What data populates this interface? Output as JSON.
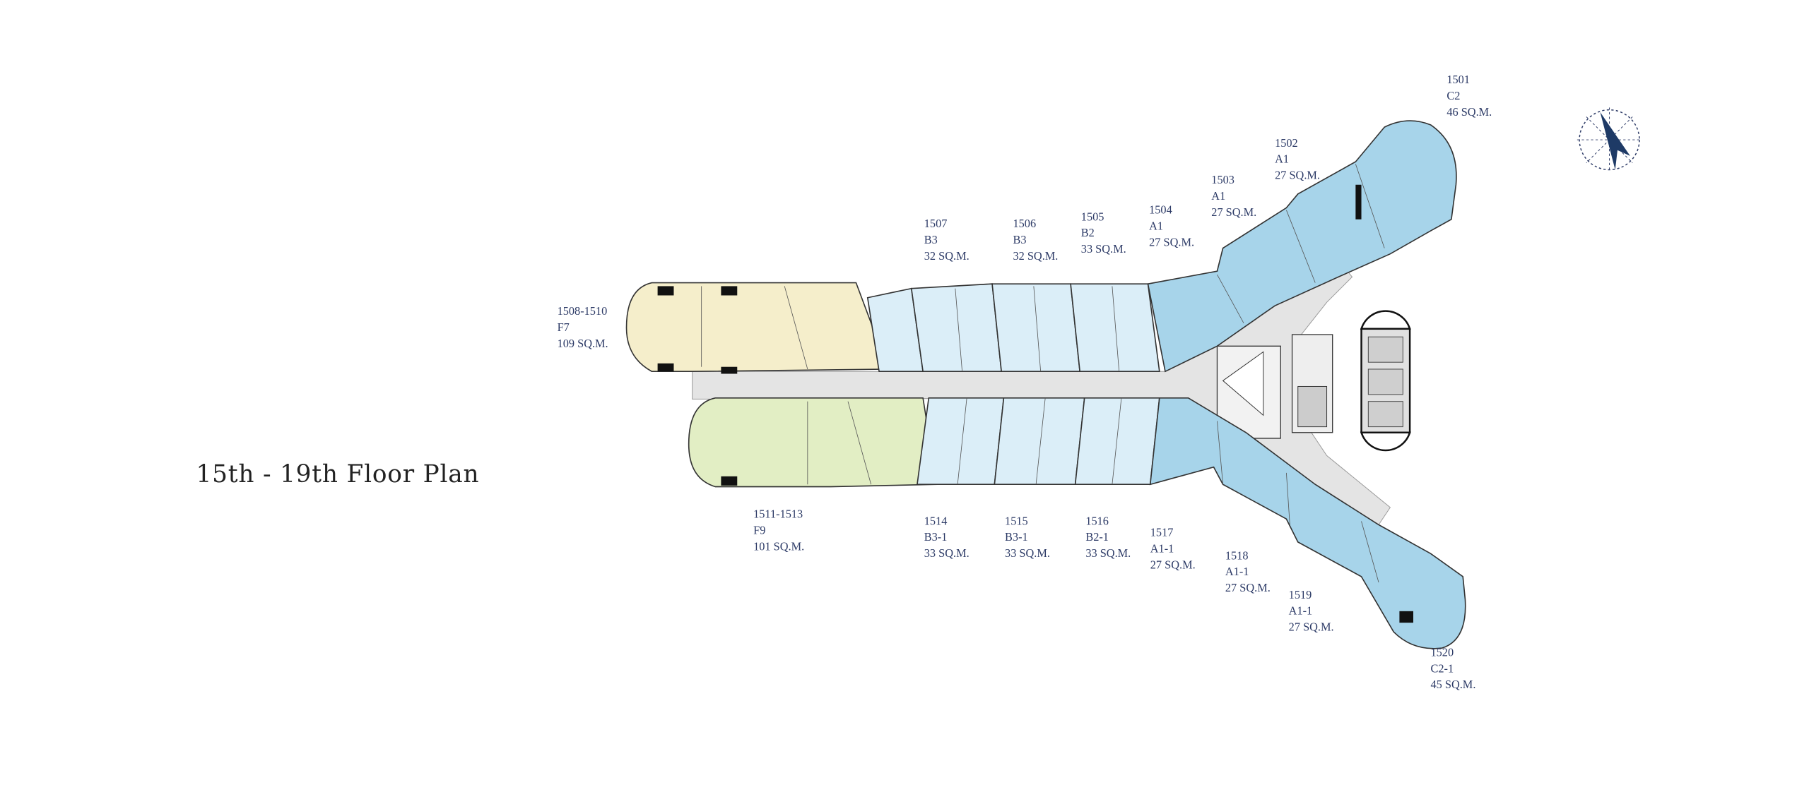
{
  "title": "15th - 19th Floor Plan",
  "colors": {
    "text": "#2c3a66",
    "unit_c": "#a7d4ea",
    "unit_b": "#dbeef8",
    "unit_f7": "#f5eecb",
    "unit_f9": "#e2eec4",
    "corridor": "#e4e4e4"
  },
  "compass": {
    "icon": "compass-north-arrow-icon"
  },
  "units": [
    {
      "no": "1501",
      "type": "C2",
      "area": "46 SQ.M."
    },
    {
      "no": "1502",
      "type": "A1",
      "area": "27 SQ.M."
    },
    {
      "no": "1503",
      "type": "A1",
      "area": "27 SQ.M."
    },
    {
      "no": "1504",
      "type": "A1",
      "area": "27 SQ.M."
    },
    {
      "no": "1505",
      "type": "B2",
      "area": "33 SQ.M."
    },
    {
      "no": "1506",
      "type": "B3",
      "area": "32 SQ.M."
    },
    {
      "no": "1507",
      "type": "B3",
      "area": "32 SQ.M."
    },
    {
      "no": "1508-1510",
      "type": "F7",
      "area": "109 SQ.M."
    },
    {
      "no": "1511-1513",
      "type": "F9",
      "area": "101 SQ.M."
    },
    {
      "no": "1514",
      "type": "B3-1",
      "area": "33 SQ.M."
    },
    {
      "no": "1515",
      "type": "B3-1",
      "area": "33 SQ.M."
    },
    {
      "no": "1516",
      "type": "B2-1",
      "area": "33 SQ.M."
    },
    {
      "no": "1517",
      "type": "A1-1",
      "area": "27 SQ.M."
    },
    {
      "no": "1518",
      "type": "A1-1",
      "area": "27 SQ.M."
    },
    {
      "no": "1519",
      "type": "A1-1",
      "area": "27 SQ.M."
    },
    {
      "no": "1520",
      "type": "C2-1",
      "area": "45 SQ.M."
    }
  ]
}
